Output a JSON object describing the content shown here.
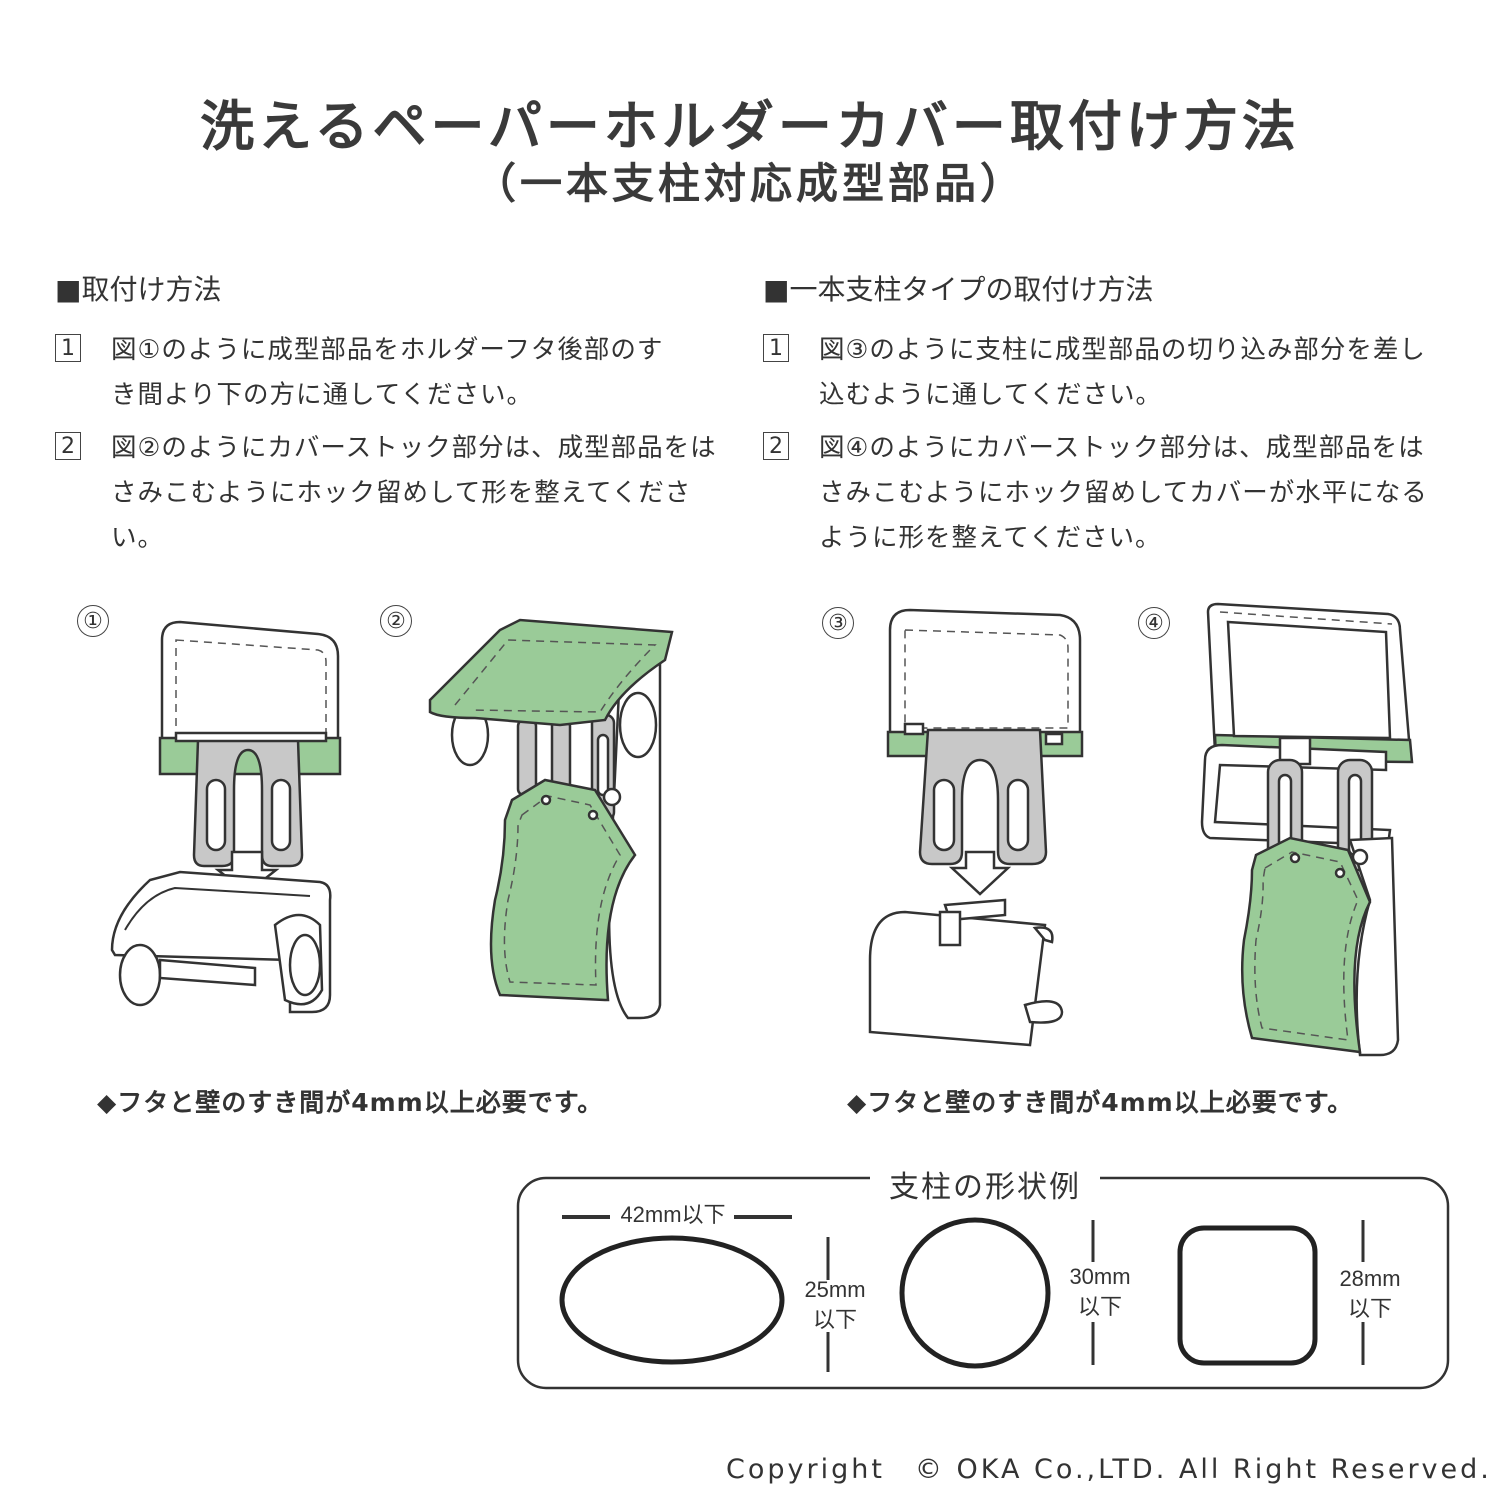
{
  "title": "洗えるペーパーホルダーカバー取付け方法",
  "subtitle": "（一本支柱対応成型部品）",
  "left_section": {
    "heading": "■取付け方法",
    "steps": [
      {
        "num": "1",
        "text": "図①のように成型部品をホルダーフタ後部のすき間より下の方に通してください。"
      },
      {
        "num": "2",
        "text": "図②のようにカバーストック部分は、成型部品をはさみこむようにホック留めして形を整えてください。"
      }
    ],
    "note": "◆フタと壁のすき間が4mm以上必要です。"
  },
  "right_section": {
    "heading": "■一本支柱タイプの取付け方法",
    "steps": [
      {
        "num": "1",
        "text": "図③のように支柱に成型部品の切り込み部分を差し込むように通してください。"
      },
      {
        "num": "2",
        "text": "図④のようにカバーストック部分は、成型部品をはさみこむようにホック留めしてカバーが水平になるように形を整えてください。"
      }
    ],
    "note": "◆フタと壁のすき間が4mm以上必要です。"
  },
  "figures": [
    "①",
    "②",
    "③",
    "④"
  ],
  "shapes_box": {
    "title": "支柱の形状例",
    "oval_width": "42mm以下",
    "oval_height": [
      "25mm",
      "以下"
    ],
    "circle_height": [
      "30mm",
      "以下"
    ],
    "square_height": [
      "28mm",
      "以下"
    ]
  },
  "colors": {
    "cover_green": "#9acb98",
    "outline": "#333333",
    "part_gray": "#c8c8c8"
  },
  "copyright": "Copyright　© OKA Co.,LTD. All Right Reserved."
}
